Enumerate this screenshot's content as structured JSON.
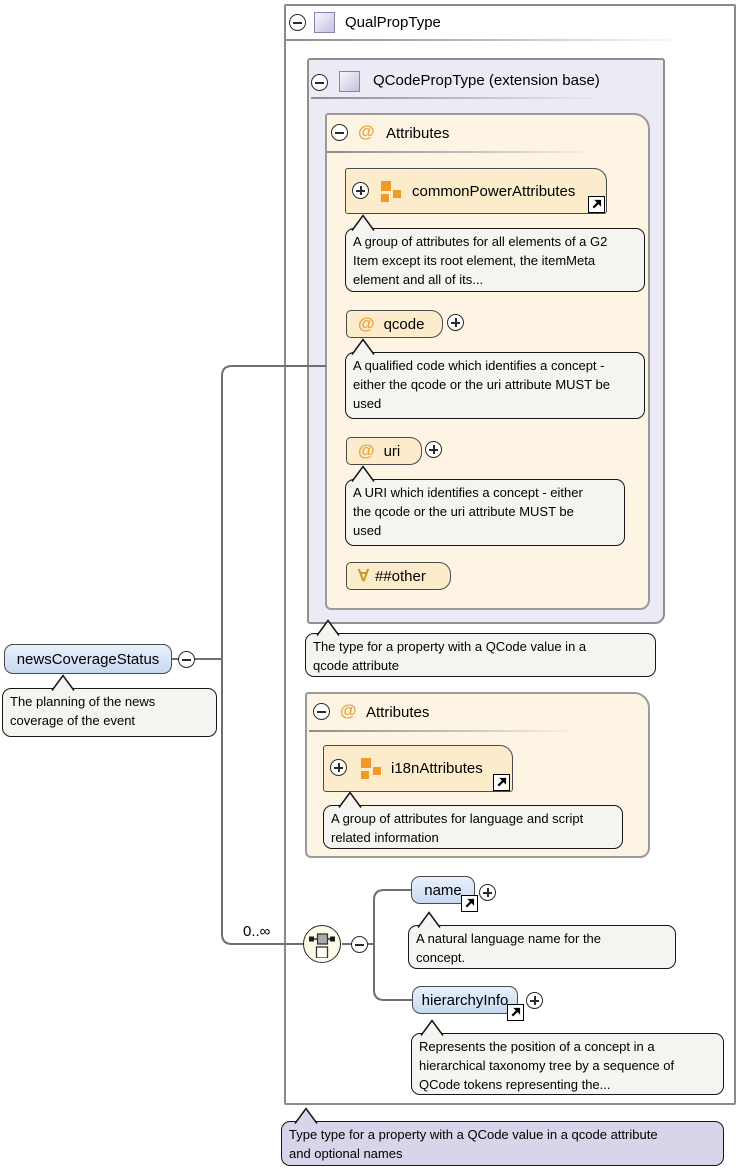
{
  "root": {
    "title": "QualPropType"
  },
  "extension": {
    "title": "QCodePropType (extension base)",
    "annotation": [
      "The type for a property with a QCode value in a",
      "qcode attribute"
    ]
  },
  "section1": {
    "header": "Attributes",
    "group": {
      "label": "commonPowerAttributes",
      "annotation": [
        "A group of attributes for all elements of a G2",
        "Item except its root element, the itemMeta",
        "element and all of its..."
      ]
    },
    "qcode": {
      "label": "qcode",
      "annotation": [
        "A qualified code which identifies a concept -",
        "either the qcode or the uri attribute MUST be",
        "used"
      ]
    },
    "uri": {
      "label": "uri",
      "annotation": [
        "A URI which identifies a concept - either",
        "the qcode or the uri attribute MUST be",
        "used"
      ]
    },
    "wildcard": {
      "label": "##other"
    }
  },
  "section2": {
    "header": "Attributes",
    "group": {
      "label": "i18nAttributes",
      "annotation": [
        "A group of attributes for language and script",
        "related information"
      ]
    }
  },
  "element": {
    "label": "newsCoverageStatus",
    "annotation": [
      "The planning of the news",
      "coverage of the event"
    ]
  },
  "sequence": {
    "occurrence": "0..∞"
  },
  "children": {
    "name": {
      "label": "name",
      "annotation": [
        "A natural language name for the",
        "concept."
      ]
    },
    "hierarchy": {
      "label": "hierarchyInfo",
      "annotation": [
        "Represents the position of a concept in a",
        "hierarchical taxonomy tree by a sequence of",
        "QCode tokens representing the..."
      ]
    }
  },
  "footer": {
    "annotation": [
      "Type type for a property with a QCode value in a qcode attribute",
      "and optional names"
    ]
  },
  "icons": {
    "at": "@",
    "any": "∀"
  },
  "colors": {
    "attr_fill": "#FCECCB",
    "section_fill": "#FDF4E3",
    "type_fill": "#EBEAF5",
    "element_fill": "#CFE0F3",
    "bubble_fill": "#F4F4F0",
    "footer_fill": "#D8D5EA",
    "accent_orange": "#F09A28"
  }
}
